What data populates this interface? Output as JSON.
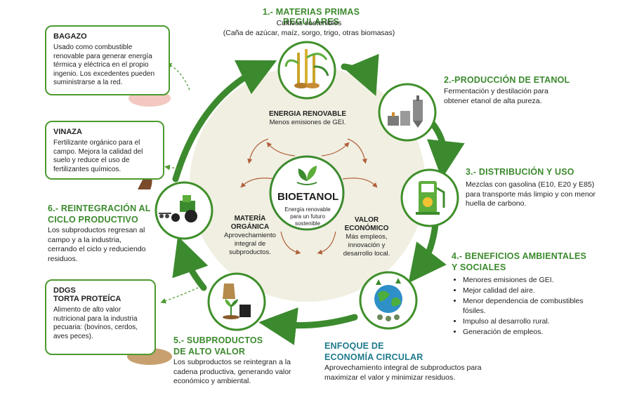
{
  "colors": {
    "accent": "#3c8a2e",
    "teal": "#1f7a8c",
    "center_bg": "#f1efe2"
  },
  "step1": {
    "title": "1.- MATERIAS PRIMAS REGULARES",
    "line1": "Cultivos sostenibles",
    "line2": "(Caña de azúcar, maíz, sorgo, trigo, otras biomasas)"
  },
  "step2": {
    "title": "2.-PRODUCCIÓN DE ETANOL",
    "text": "Fermentación y destilación para obtener etanol de alta pureza."
  },
  "step3": {
    "title": "3.- DISTRIBUCIÓN Y USO",
    "text": "Mezclas con gasolina (E10, E20 y E85) para transporte más limpio y con menor huella de carbono."
  },
  "step4": {
    "title_line1": "4.- BENEFICIOS AMBIENTALES",
    "title_line2": "Y SOCIALES",
    "items": [
      "Menores emisiones de GEI.",
      "Mejor calidad del aire.",
      "Menor dependencia de combustibles fósiles.",
      "Impulso al desarrollo rural.",
      "Generación de empleos."
    ]
  },
  "circular": {
    "title_line1": "ENFOQUE DE",
    "title_line2": "ECONOMÍA CIRCULAR",
    "text": "Aprovechamiento integral de subproductos para maximizar el valor y minimizar residuos."
  },
  "step5": {
    "title_line1": "5.- SUBPRODUCTOS",
    "title_line2": "DE ALTO VALOR",
    "text": "Los subproductos se reintegran a la cadena productiva, generando valor económico y ambiental."
  },
  "step6": {
    "title_line1": "6.- REINTEGRACIÓN AL",
    "title_line2": "CICLO PRODUCTIVO",
    "text": "Los subproductos regresan al campo y a la industria, cerrando el ciclo y reduciendo residuos."
  },
  "bagazo": {
    "title": "BAGAZO",
    "text": "Usado como combustible renovable para generar energía térmica y eléctrica en el propio ingenio. Los excedentes pueden suministrarse  a la red."
  },
  "vinaza": {
    "title": "VINAZA",
    "text": "Fertilizante orgánico para el campo. Mejora la calidad del suelo y reduce el uso de fertilizantes químicos."
  },
  "ddgs": {
    "title_line1": "DDGS",
    "title_line2": "TORTA PROTEÍCA",
    "text": "Alimento de alto valor nutricional para la industria pecuaria: (bovinos, cerdos, aves peces)."
  },
  "center": {
    "title": "BIOETANOL",
    "subtitle": "Energía renovable para un futuro sostenible",
    "energia": {
      "title": "ENERGIA RENOVABLE",
      "text": "Menos emisiones de GEI."
    },
    "materia": {
      "title_line1": "MATERÍA",
      "title_line2": "ORGÁNICA",
      "text": "Aprovechamiento integral de subproductos."
    },
    "valor": {
      "title_line1": "VALOR",
      "title_line2": "ECONÓMICO",
      "text": "Más empleos, innovación y desarrollo local."
    }
  }
}
